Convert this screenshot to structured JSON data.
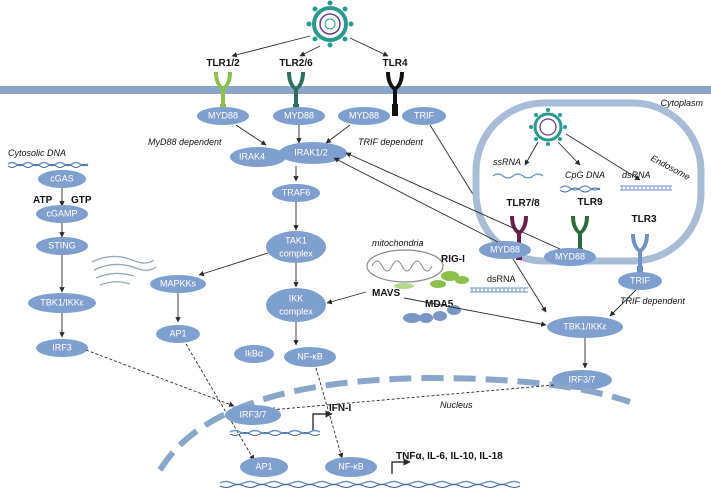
{
  "receptors": {
    "tlr12": "TLR1/2",
    "tlr26": "TLR2/6",
    "tlr4": "TLR4",
    "tlr78": "TLR7/8",
    "tlr9": "TLR9",
    "tlr3": "TLR3"
  },
  "labels": {
    "cytoplasm": "Cytoplasm",
    "nucleus": "Nucleus",
    "endosome": "Endosome",
    "cytosolic_dna": "Cytosolic DNA",
    "mitochondria": "mitochondria",
    "myd88_dependent": "MyD88 dependent",
    "trif_dependent_top": "TRIF dependent",
    "trif_dependent_right": "TRIF dependent",
    "ssrna": "ssRNA",
    "cpg_dna": "CpG DNA",
    "dsrna_endo": "dsRNA",
    "dsrna_mito": "dsRNA",
    "atp": "ATP",
    "gtp": "GTP",
    "rig_i": "RIG-I",
    "mavs": "MAVS",
    "mda5": "MDA5",
    "ifn_i": "IFN-I",
    "cytokines": "TNFα, IL-6, IL-10, IL-18"
  },
  "nodes": {
    "myd88_1": "MYD88",
    "myd88_2": "MYD88",
    "myd88_3": "MYD88",
    "trif_top": "TRIF",
    "irak4": "IRAK4",
    "irak12": "IRAK1/2",
    "traf6": "TRAF6",
    "tak1_a": "TAK1",
    "tak1_b": "complex",
    "mapkks": "MAPKKs",
    "ikk_a": "IKK",
    "ikk_b": "complex",
    "ap1_cyto": "AP1",
    "ikba": "IkBα",
    "nfkb_cyto": "NF-κB",
    "cgas": "cGAS",
    "cgamp": "cGAMP",
    "sting": "STING",
    "tbk1_left": "TBK1/IKKε",
    "irf3_left": "IRF3",
    "myd88_endo1": "MYD88",
    "myd88_endo2": "MYD88",
    "trif_endo": "TRIF",
    "tbk1_right": "TBK1/IKKε",
    "irf37_cyto": "IRF3/7",
    "irf37_nuc": "IRF3/7",
    "ap1_nuc": "AP1",
    "nfkb_nuc": "NF-κB"
  },
  "colors": {
    "membrane": "#8aa6c9",
    "pill": "#7f9fcf",
    "tlr12": "#8dc04b",
    "tlr26": "#2f6f62",
    "tlr4": "#111111",
    "tlr78": "#6a1f4f",
    "tlr9": "#2f6b3a",
    "tlr3": "#6d93c6",
    "virus": "#2b9a8e"
  }
}
